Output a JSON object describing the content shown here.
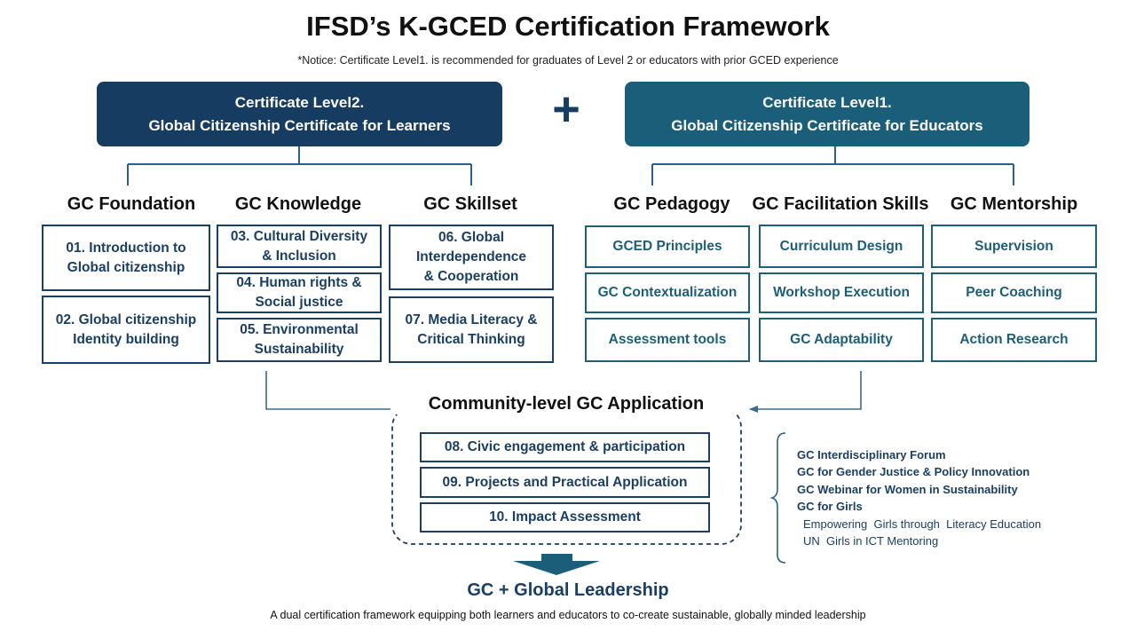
{
  "title": "IFSD’s K-GCED Certification Framework",
  "notice": "*Notice: Certificate Level1. is recommended for graduates of Level 2 or educators with prior GCED experience",
  "plus_symbol": "+",
  "certificates": {
    "level2": {
      "line1": "Certificate Level2.",
      "line2": "Global Citizenship Certificate for Learners"
    },
    "level1": {
      "line1": "Certificate Level1.",
      "line2": "Global Citizenship Certificate for Educators"
    }
  },
  "learner_columns": [
    {
      "heading": "GC Foundation",
      "items": [
        "01. Introduction to Global citizenship",
        "02. Global citizenship Identity building"
      ]
    },
    {
      "heading": "GC Knowledge",
      "items": [
        "03. Cultural Diversity & Inclusion",
        "04. Human rights & Social justice",
        "05. Environmental Sustainability"
      ]
    },
    {
      "heading": "GC Skillset",
      "items": [
        "06. Global Interdependence & Cooperation",
        "07. Media Literacy & Critical Thinking"
      ]
    }
  ],
  "educator_columns": [
    {
      "heading": "GC Pedagogy",
      "items": [
        "GCED Principles",
        "GC Contextualization",
        "Assessment tools"
      ]
    },
    {
      "heading": "GC Facilitation Skills",
      "items": [
        "Curriculum Design",
        "Workshop Execution",
        "GC Adaptability"
      ]
    },
    {
      "heading": "GC Mentorship",
      "items": [
        "Supervision",
        "Peer Coaching",
        "Action Research"
      ]
    }
  ],
  "community": {
    "title": "Community-level GC Application",
    "items": [
      "08. Civic engagement & participation",
      "09. Projects and Practical Application",
      "10. Impact Assessment"
    ]
  },
  "programs": {
    "bold": [
      "GC Interdisciplinary Forum",
      "GC for Gender Justice & Policy Innovation",
      "GC Webinar for Women in Sustainability",
      "GC for Girls"
    ],
    "sub": [
      "Empowering  Girls through  Literacy Education",
      "UN  Girls in ICT Mentoring"
    ]
  },
  "leadership": "GC + Global Leadership",
  "footer": "A dual certification framework equipping both learners and educators to co-create sustainable, globally minded leadership",
  "colors": {
    "learner_navy": "#173c61",
    "educator_teal": "#1b5e7a",
    "box_border": "#1b3f63"
  }
}
